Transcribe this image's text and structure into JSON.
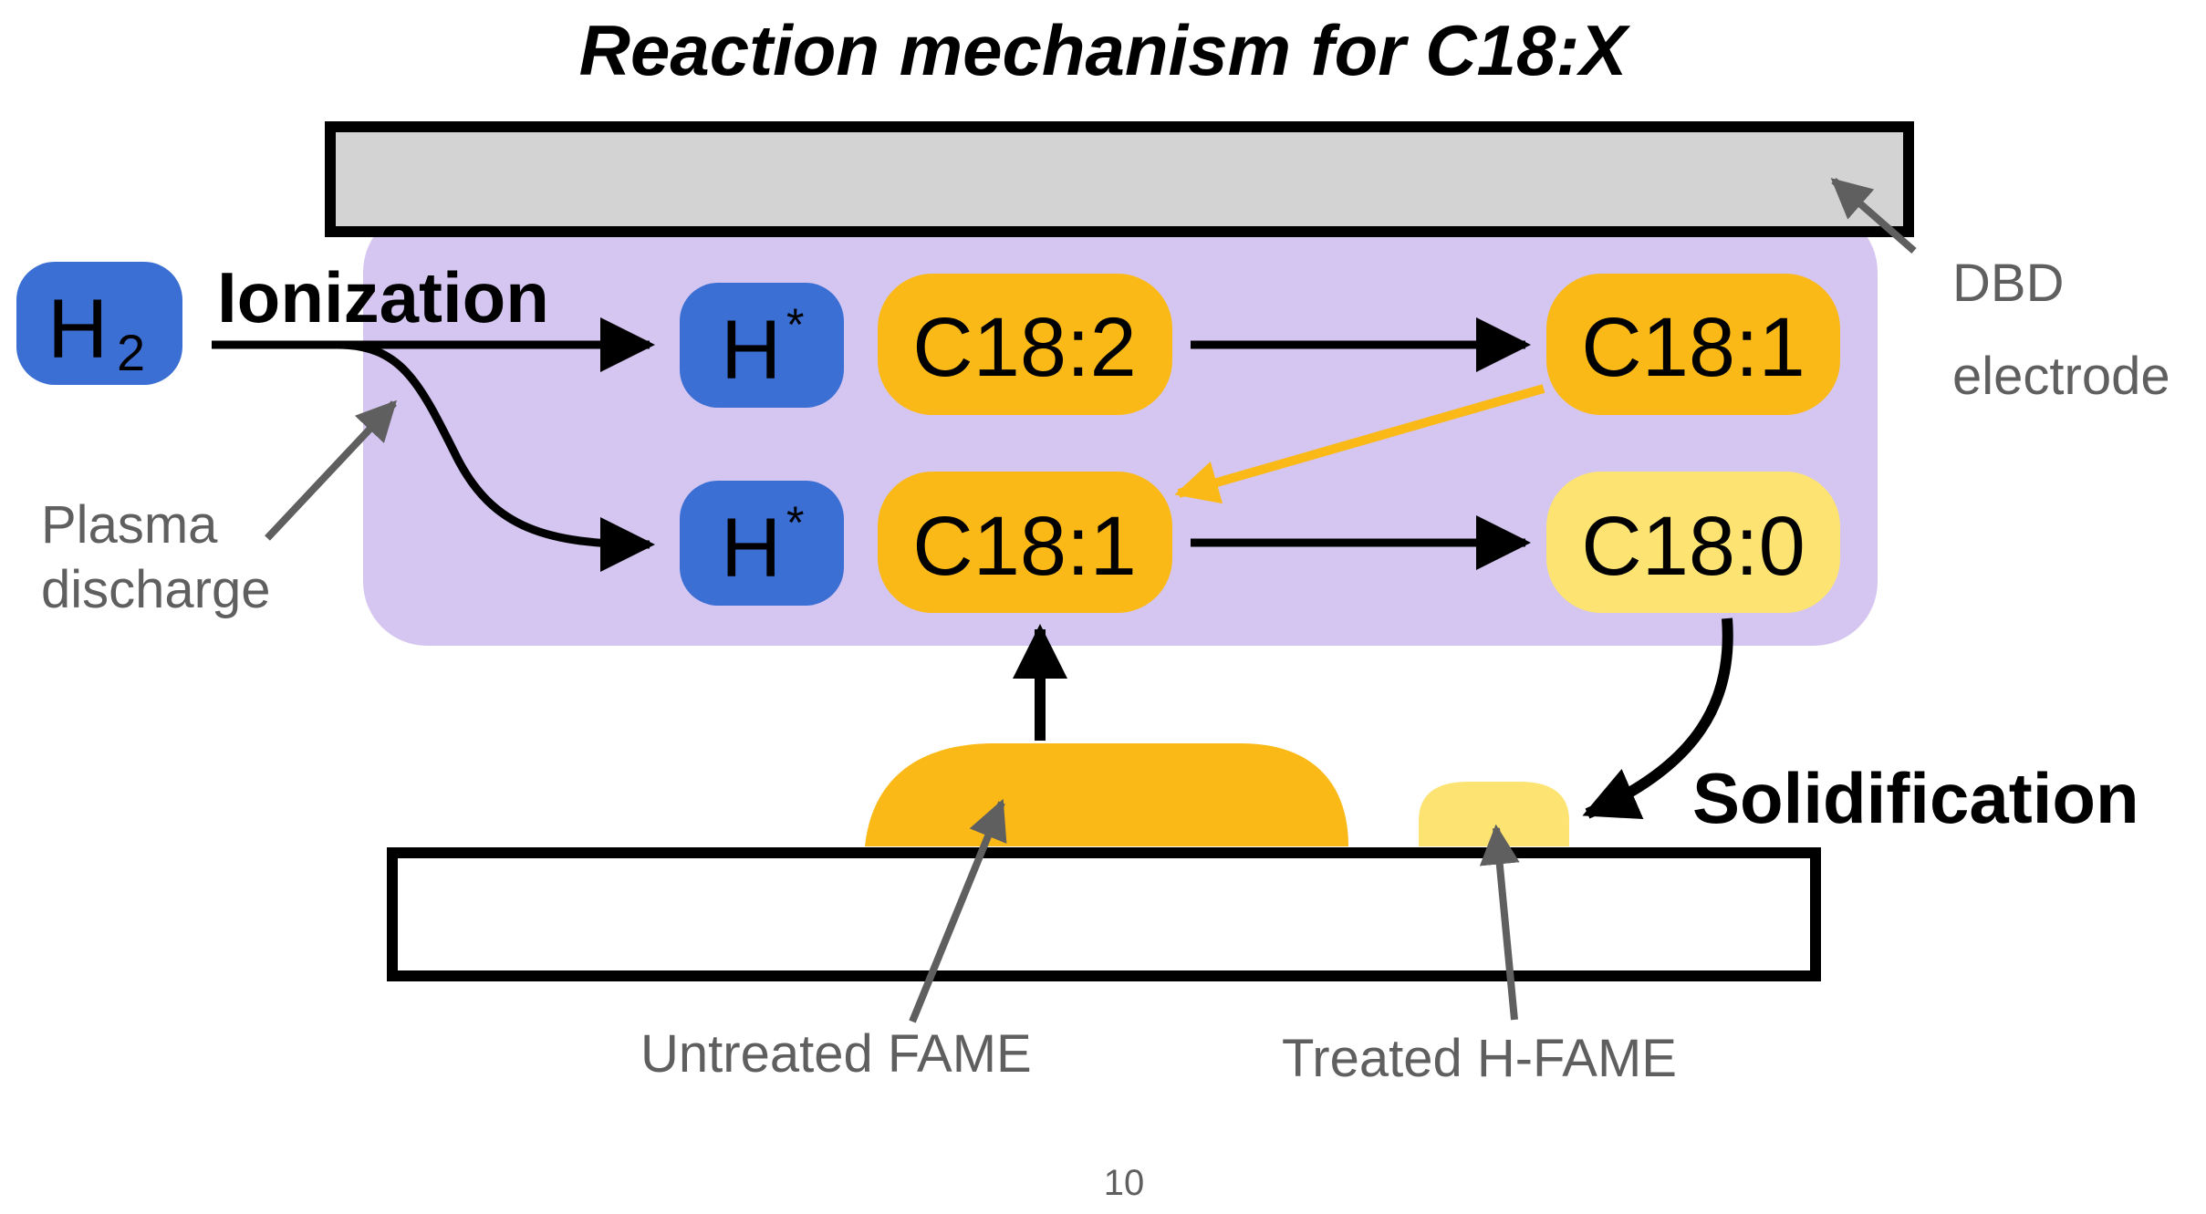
{
  "title": "Reaction mechanism for C18:X",
  "molecules": {
    "h2": "H",
    "h2_subscript": "2",
    "h_radical_top": "H",
    "h_radical_bottom": "H",
    "radical_mark": "*",
    "c18_2": "C18:2",
    "c18_1_top": "C18:1",
    "c18_1_bottom": "C18:1",
    "c18_0": "C18:0"
  },
  "labels": {
    "ionization": "Ionization",
    "solidification": "Solidification",
    "plasma_line1": "Plasma",
    "plasma_line2": "discharge",
    "dbd_line1": "DBD",
    "dbd_line2": "electrode",
    "untreated": "Untreated FAME",
    "treated": "Treated H-FAME"
  },
  "page_number": "10",
  "colors": {
    "plasma_region": "#d4c6f0",
    "electrode": "#d3d3d3",
    "blue": "#3b6fd4",
    "orange": "#fbb918",
    "light_yellow": "#fde372",
    "gray_arrow": "#5f5f5f",
    "black": "#000000"
  }
}
